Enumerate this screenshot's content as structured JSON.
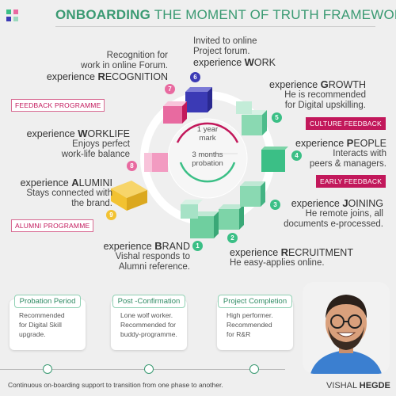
{
  "title": {
    "bold": "ONBOARDING",
    "rest": "THE MOMENT OF TRUTH FRAMEWORK"
  },
  "center": {
    "year_line1": "1 year",
    "year_line2": "mark",
    "months_line1": "3 months",
    "months_line2": "probation"
  },
  "steps": [
    {
      "num": "1",
      "prefix": "experience ",
      "key": "B",
      "rest": "RAND",
      "line1": "Vishal responds to",
      "line2": "Alumni reference."
    },
    {
      "num": "2",
      "prefix": "experience ",
      "key": "R",
      "rest": "ECRUITMENT",
      "line1": "He easy-applies online.",
      "line2": ""
    },
    {
      "num": "3",
      "prefix": "experience ",
      "key": "J",
      "rest": "OINING",
      "line1": "He remote joins, all",
      "line2": "documents e-processed."
    },
    {
      "num": "4",
      "prefix": "experience ",
      "key": "P",
      "rest": "EOPLE",
      "line1": "Interacts with",
      "line2": "peers & managers."
    },
    {
      "num": "5",
      "prefix": "experience ",
      "key": "G",
      "rest": "ROWTH",
      "line1": "He is recommended",
      "line2": "for Digital upskilling."
    },
    {
      "num": "6",
      "prefix": "experience ",
      "key": "W",
      "rest": "ORK",
      "line1": "Invited to online",
      "line2": "Project forum."
    },
    {
      "num": "7",
      "prefix": "experience ",
      "key": "R",
      "rest": "ECOGNITION",
      "line1": "Recognition for",
      "line2": "work in online Forum."
    },
    {
      "num": "8",
      "prefix": "experience ",
      "key": "W",
      "rest": "ORKLIFE",
      "line1": "Enjoys perfect",
      "line2": "work-life balance"
    },
    {
      "num": "9",
      "prefix": "experience ",
      "key": "A",
      "rest": "LUMINI",
      "line1": "Stays connected with",
      "line2": "the brand."
    }
  ],
  "tags": {
    "feedback_programme": "FEEDBACK PROGRAMME",
    "culture_feedback": "CULTURE FEEDBACK",
    "early_feedback": "EARLY FEEDBACK",
    "alumni_programme": "ALUMNI PROGRAMME"
  },
  "cards": [
    {
      "title": "Probation Period",
      "line1": "Recommended",
      "line2": "for Digital Skill",
      "line3": "upgrade."
    },
    {
      "title": "Post -Confirmation",
      "line1": "Lone wolf worker.",
      "line2": "Recommended for",
      "line3": "buddy-programme."
    },
    {
      "title": "Project Completion",
      "line1": "High performer.",
      "line2": "Recommended",
      "line3": "for R&R"
    }
  ],
  "footer": "Continuous on-boarding support to transition from one phase to another.",
  "person": {
    "first": "VISHAL ",
    "last": "HEGDE"
  },
  "colors": {
    "green": "#3bbf86",
    "dark_green": "#2f8a63",
    "magenta": "#c2185b",
    "pink": "#e86aa0",
    "purple": "#3b3ab5",
    "yellow": "#f2c232"
  }
}
